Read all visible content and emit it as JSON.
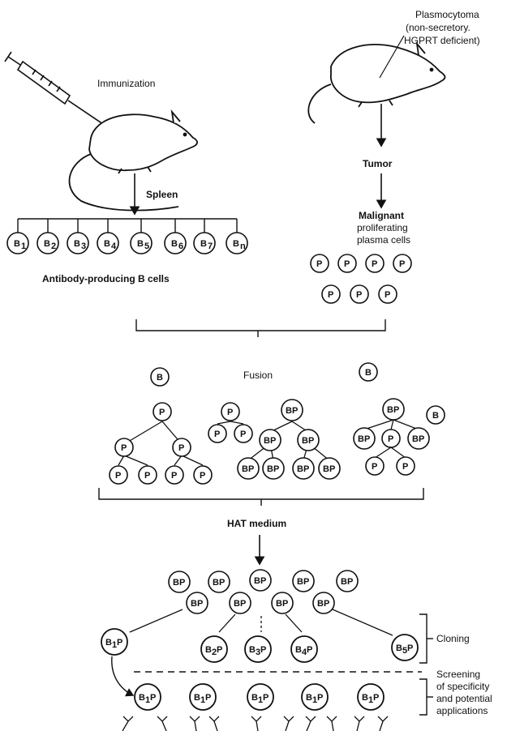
{
  "labels": {
    "plasmocytoma_1": "Plasmocytoma",
    "plasmocytoma_2": "(non-secretory.",
    "plasmocytoma_3": "HGPRT deficient)",
    "immunization": "Immunization",
    "spleen": "Spleen",
    "tumor": "Tumor",
    "malignant_1": "Malignant",
    "malignant_2": "proliferating",
    "malignant_3": "plasma cells",
    "b_cells": "Antibody-producing B cells",
    "fusion": "Fusion",
    "hat": "HAT medium",
    "cloning": "Cloning",
    "screening_1": "Screening",
    "screening_2": "of specificity",
    "screening_3": "and potential",
    "screening_4": "applications"
  },
  "cells": {
    "b": "B",
    "p": "P",
    "bp": "BP",
    "b_subscripts": [
      "1",
      "2",
      "3",
      "4",
      "5",
      "6",
      "7",
      "n"
    ],
    "clone_subscripts": [
      "1",
      "2",
      "3",
      "4",
      "5"
    ]
  }
}
